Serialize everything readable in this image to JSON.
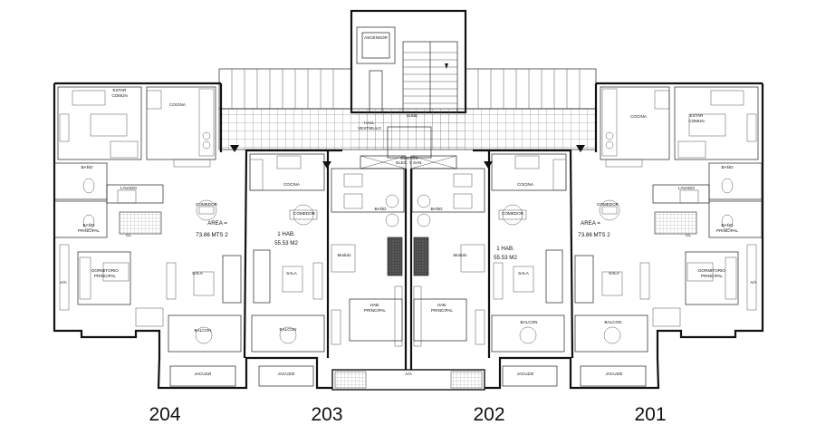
{
  "units": [
    "204",
    "203",
    "202",
    "201"
  ],
  "rooms": {
    "ascensor": "ASCENSOR",
    "estar_comun": [
      "ESTAR",
      "COMUN"
    ],
    "cocina": "COCINA",
    "comedor": "COMEDOR",
    "sala": "SALA",
    "balcon": "BALCON",
    "jacuzzi": "JACUZZI",
    "aa": "A/A",
    "dormitorio": [
      "DORMITORIO",
      "PRINCIPAL"
    ],
    "hab_principal": [
      "HAB.",
      "PRINCIPAL"
    ],
    "bano": "BAÑO",
    "lavado": "LAVADO",
    "banio_principal": [
      "BAÑO",
      "PRINCIPAL"
    ],
    "ductos": [
      "DUCTOS",
      "ELEC. Y SAN."
    ],
    "ductos_bano": "BAÑO",
    "hall": [
      "HALL",
      "VESTIBULO"
    ],
    "sube": "SUBE",
    "modulo": "Modulo",
    "cl": "CL"
  },
  "areas": {
    "large": [
      "AREA =",
      "73.86 MTS 2"
    ],
    "small": [
      "1 HAB.",
      "55.53 M2"
    ]
  }
}
